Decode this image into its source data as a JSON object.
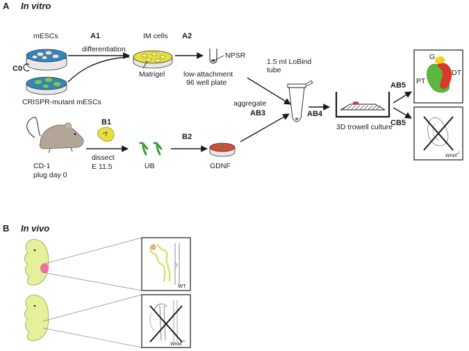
{
  "panel_a": {
    "letter": "A",
    "title": "In vitro",
    "mescs": "mESCs",
    "c0": "C0",
    "a1": "A1",
    "differentiation": "differentiation",
    "crispr": "CRISPR-mutant mESCs",
    "im_cells": "IM cells",
    "matrigel": "Matrigel",
    "a2": "A2",
    "npsr": "NPSR",
    "low_attach_1": "low-attachment",
    "low_attach_2": "96 well plate",
    "tube_1": "1.5 ml LoBind",
    "tube_2": "tube",
    "aggregate": "aggregate",
    "ab3": "AB3",
    "ab4": "AB4",
    "trowell": "3D trowell culture",
    "ab5": "AB5",
    "cb5": "CB5",
    "label_g": "G",
    "label_pt": "PT",
    "label_dt": "DT",
    "wnt4_a": "Wnt4",
    "wnt4_a_sup": "-/-",
    "b1": "B1",
    "dissect": "dissect",
    "e115": "E 11.5",
    "ub": "UB",
    "b2": "B2",
    "gdnf": "GDNF",
    "cd1": "CD-1",
    "plug": "plug day 0"
  },
  "panel_b": {
    "letter": "B",
    "title": "In vivo",
    "wt": "WT",
    "wnt4_b": "Wnt4",
    "wnt4_b_sup": "-/-"
  },
  "colors": {
    "dish_blue": "#2f86c0",
    "cell_white": "#e8e8e8",
    "cell_green": "#7cc06a",
    "matrigel_yellow": "#e8e03a",
    "organoid_green": "#5cb83c",
    "organoid_red": "#d83a2a",
    "organoid_yellow": "#f0d020",
    "mouse_grey": "#b3a597",
    "embryo_yellow": "#e6ef9a",
    "embryo_pink": "#ef6fa0",
    "gdnf_red": "#d84a38"
  }
}
